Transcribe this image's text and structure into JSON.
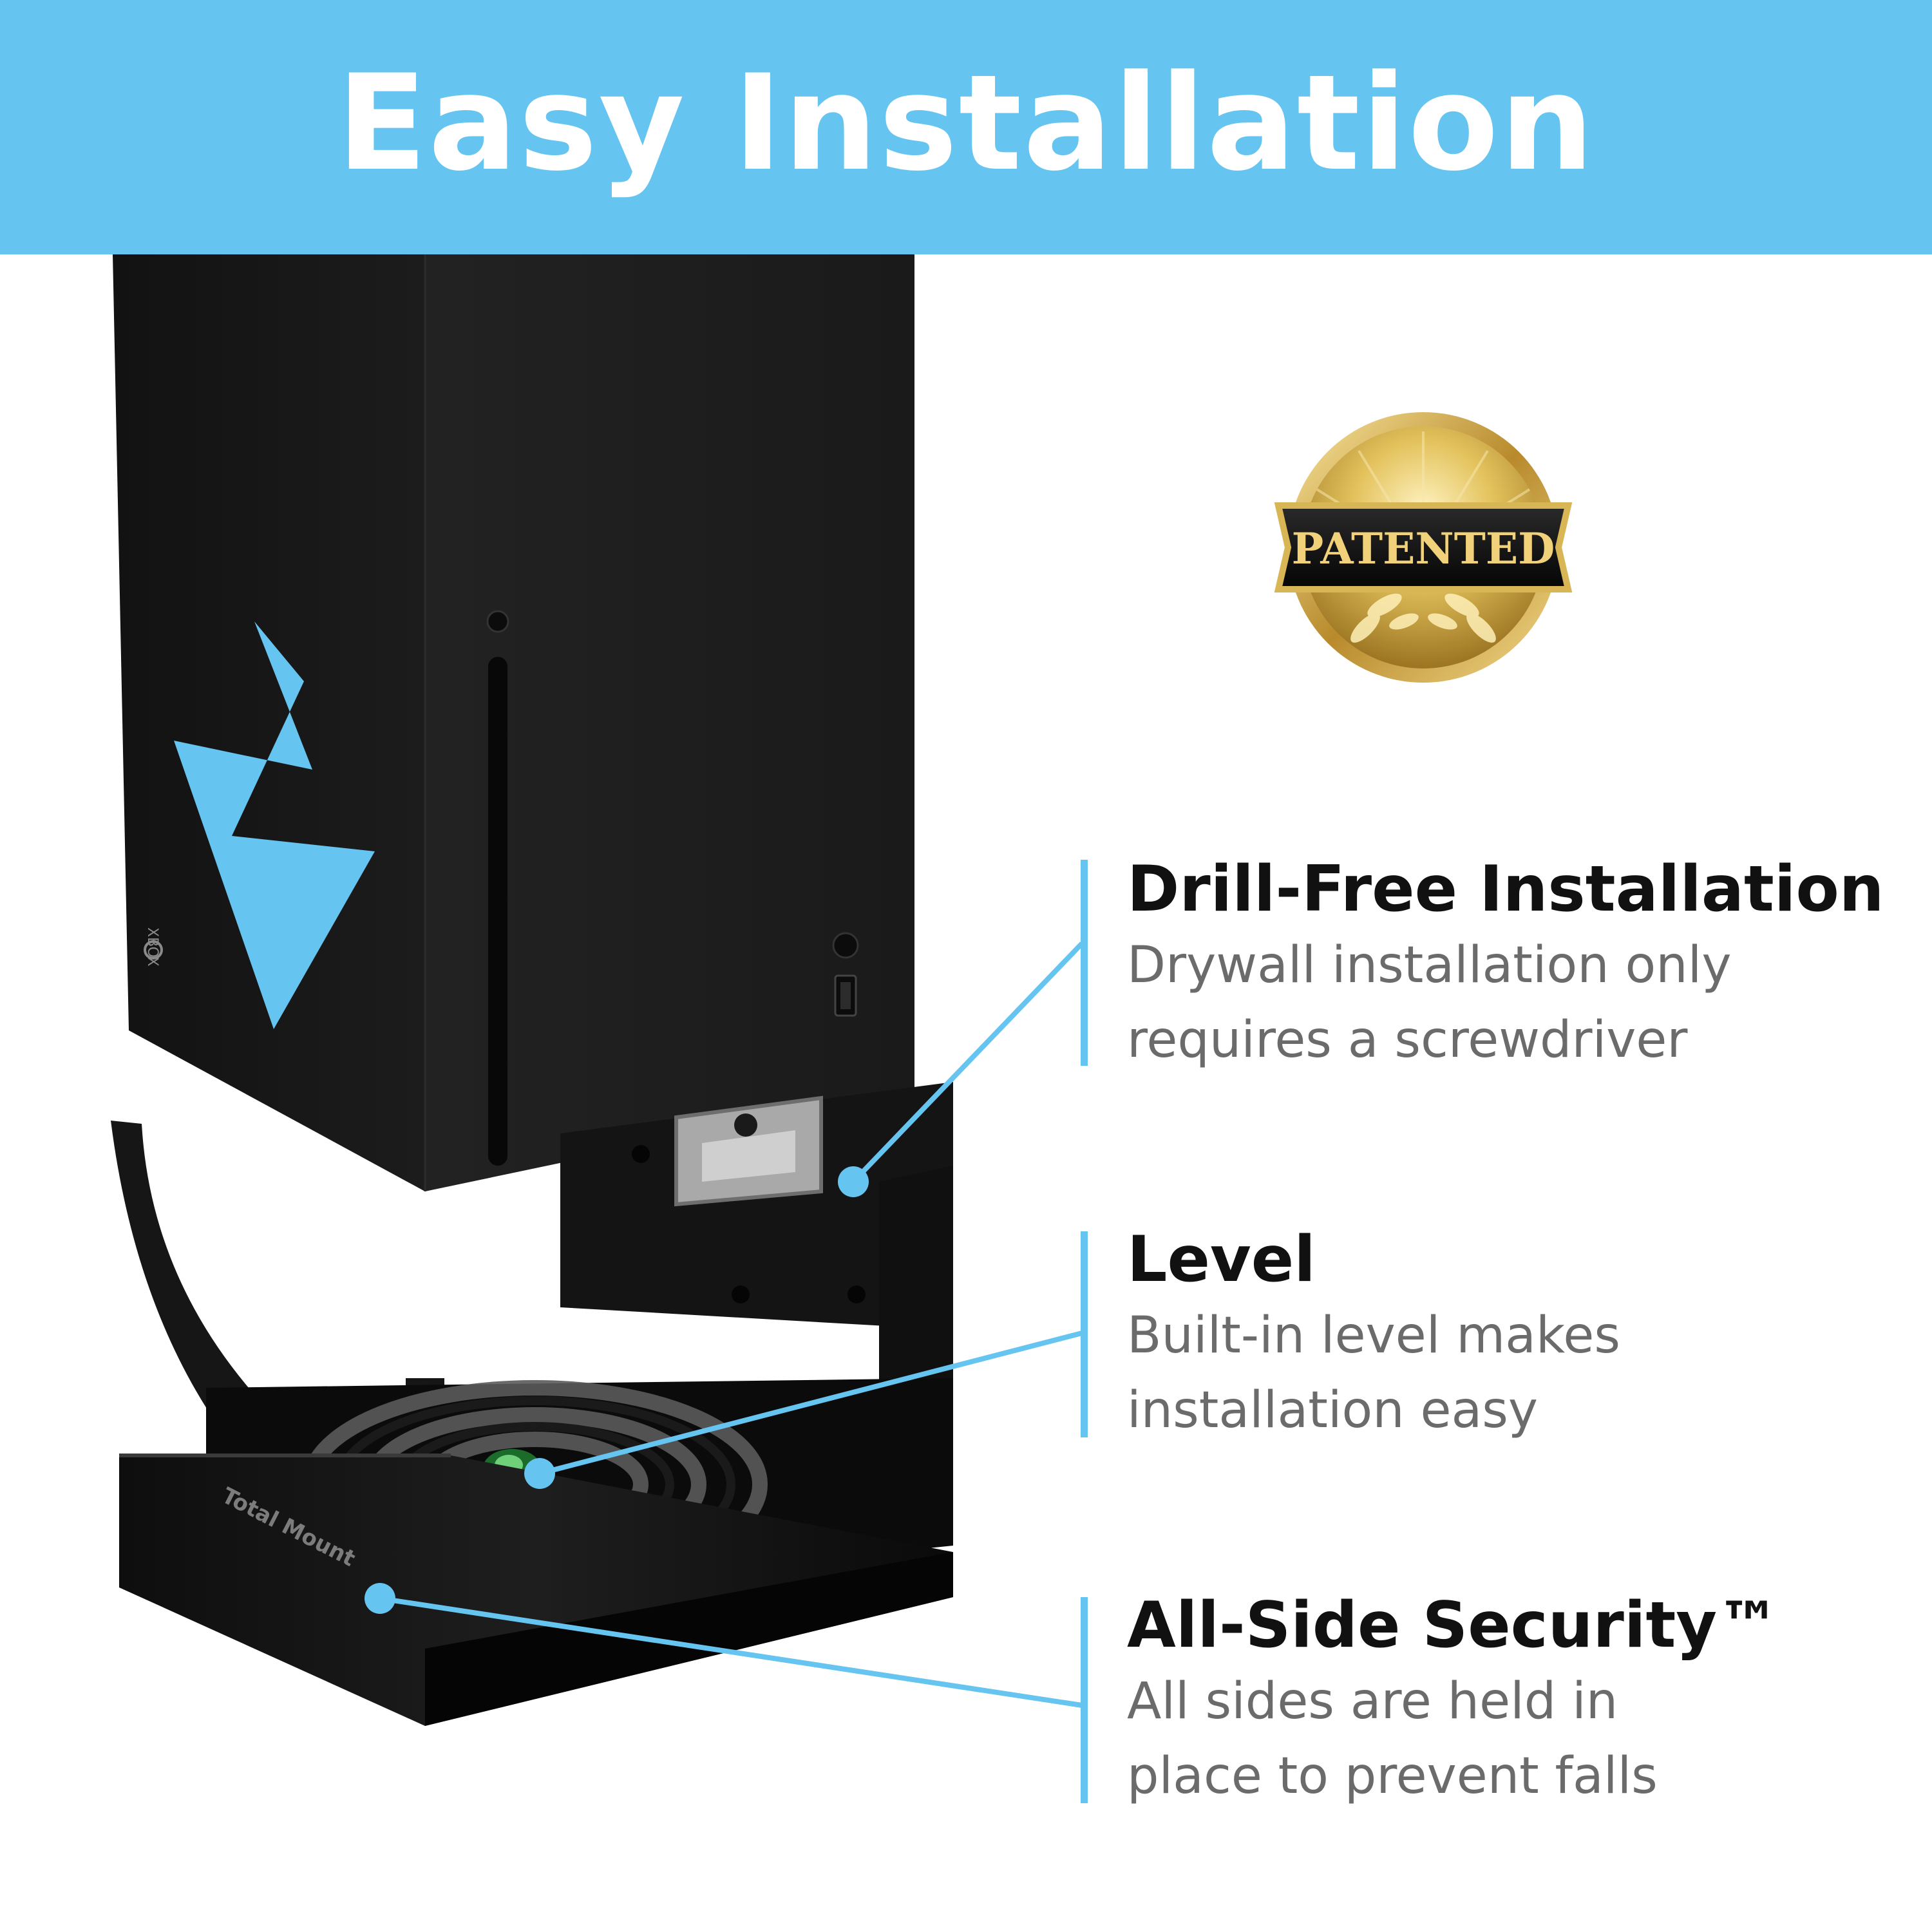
{
  "banner": {
    "title": "Easy Installation"
  },
  "badge": {
    "label": "PATENTED"
  },
  "console": {
    "brand_label": "XBOX"
  },
  "mount": {
    "brand_label": "Total Mount"
  },
  "features": [
    {
      "title": "Drill-Free Installation",
      "lines": [
        "Drywall installation only",
        "requires a screwdriver"
      ]
    },
    {
      "title": "Level",
      "lines": [
        "Built-in level makes",
        "installation easy"
      ]
    },
    {
      "title": "All-Side Security™",
      "lines": [
        "All sides are held in",
        "place to prevent falls"
      ]
    }
  ],
  "colors": {
    "accent": "#66c4f0",
    "heading": "#111111",
    "body_text": "#6b6b6b",
    "console": "#1c1c1c",
    "gold": "#c9a43c"
  }
}
